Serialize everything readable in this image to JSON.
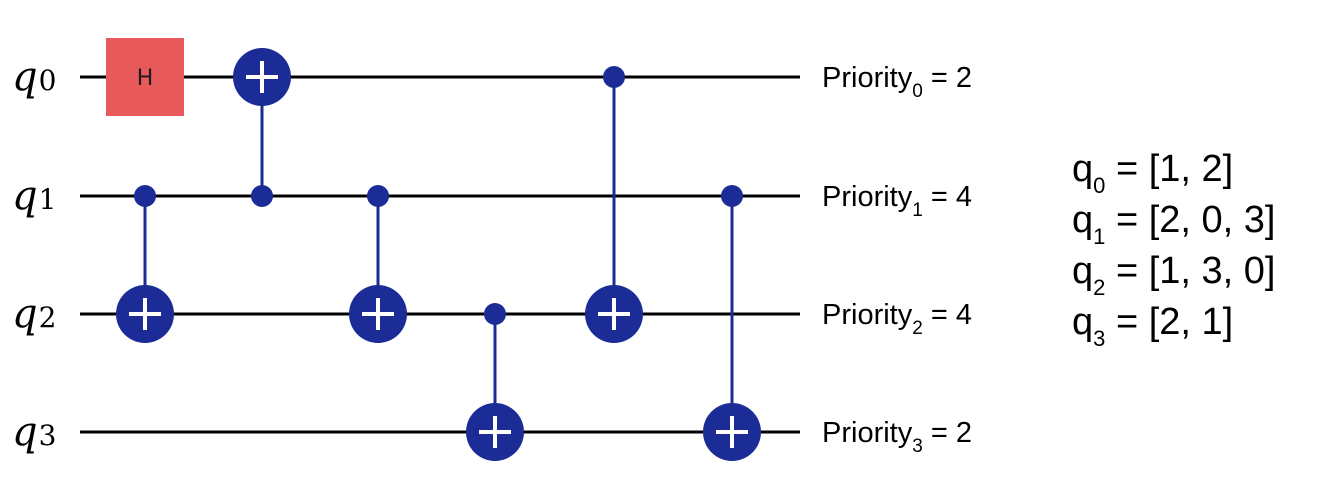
{
  "diagram": {
    "qubits": [
      {
        "name": "q",
        "index": "0"
      },
      {
        "name": "q",
        "index": "1"
      },
      {
        "name": "q",
        "index": "2"
      },
      {
        "name": "q",
        "index": "3"
      }
    ],
    "gates": [
      {
        "type": "H",
        "target": 0,
        "label": "H"
      },
      {
        "type": "CNOT",
        "control": 1,
        "target": 2
      },
      {
        "type": "CNOT",
        "control": 1,
        "target": 0
      },
      {
        "type": "CNOT",
        "control": 1,
        "target": 2
      },
      {
        "type": "CNOT",
        "control": 2,
        "target": 3
      },
      {
        "type": "CNOT",
        "control": 0,
        "target": 2
      },
      {
        "type": "CNOT",
        "control": 1,
        "target": 3
      }
    ],
    "priorities": [
      {
        "label": "Priority",
        "sub": "0",
        "value": "= 2"
      },
      {
        "label": "Priority",
        "sub": "1",
        "value": "= 4"
      },
      {
        "label": "Priority",
        "sub": "2",
        "value": "= 4"
      },
      {
        "label": "Priority",
        "sub": "3",
        "value": "= 2"
      }
    ],
    "neighbors": [
      {
        "name": "q",
        "sub": "0",
        "value": "= [1, 2]"
      },
      {
        "name": "q",
        "sub": "1",
        "value": "= [2, 0, 3]"
      },
      {
        "name": "q",
        "sub": "2",
        "value": "= [1, 3, 0]"
      },
      {
        "name": "q",
        "sub": "3",
        "value": "= [2, 1]"
      }
    ],
    "colors": {
      "wire": "#000000",
      "cnot": "#1c2c97",
      "h_gate": "#e8595c"
    }
  }
}
